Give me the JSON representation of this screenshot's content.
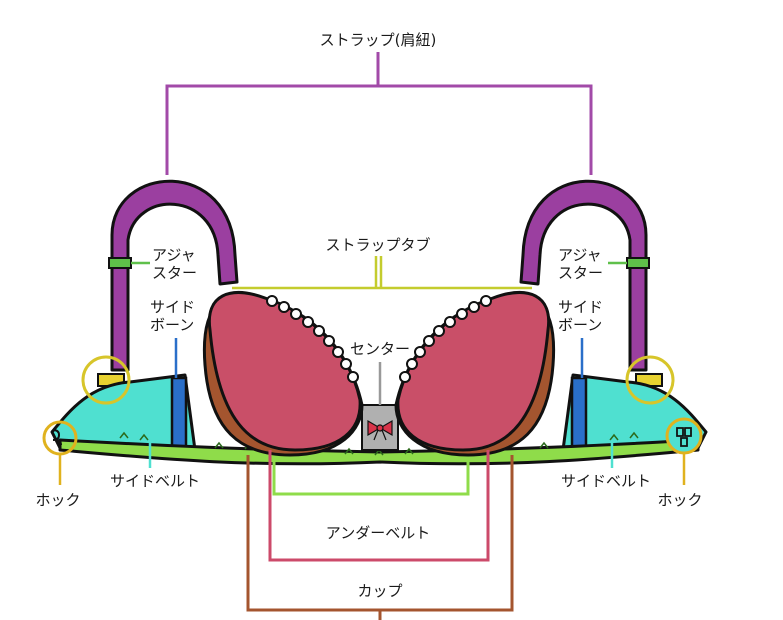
{
  "labels": {
    "strap": "ストラップ(肩紐)",
    "strap_tab": "ストラップタブ",
    "adjuster_left_1": "アジャ",
    "adjuster_left_2": "スター",
    "adjuster_right_1": "アジャ",
    "adjuster_right_2": "スター",
    "side_bone_left_1": "サイド",
    "side_bone_left_2": "ボーン",
    "side_bone_right_1": "サイド",
    "side_bone_right_2": "ボーン",
    "center": "センター",
    "side_belt_left": "サイドベルト",
    "side_belt_right": "サイドベルト",
    "hook_left": "ホック",
    "hook_right": "ホック",
    "under_belt": "アンダーベルト",
    "cup": "カップ"
  },
  "colors": {
    "strap": "#9b3fa0",
    "strap_line": "#a24aa8",
    "strap_tab_line": "#c4cc2e",
    "adjuster": "#5fc04a",
    "side_bone": "#2a6fc9",
    "center": "#b0b0b0",
    "side_belt": "#4fe0d0",
    "hook": "#e0b21e",
    "under_belt": "#8fdc4a",
    "cup": "#c94f68",
    "cup_line": "#cc4a6a",
    "cup_outer_line": "#a4552f"
  }
}
